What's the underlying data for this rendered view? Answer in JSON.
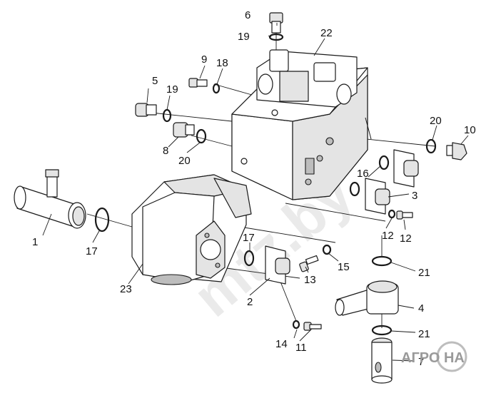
{
  "callouts": {
    "c1": "1",
    "c2": "2",
    "c3": "3",
    "c4": "4",
    "c5": "5",
    "c6": "6",
    "c7": "7",
    "c8": "8",
    "c9": "9",
    "c10": "10",
    "c11": "11",
    "c12a": "12",
    "c12b": "12",
    "c13": "13",
    "c14": "14",
    "c15": "15",
    "c16": "16",
    "c17a": "17",
    "c17b": "17",
    "c18": "18",
    "c19a": "19",
    "c19b": "19",
    "c20a": "20",
    "c20b": "20",
    "c21a": "21",
    "c21b": "21",
    "c22": "22",
    "c23": "23"
  },
  "watermark": {
    "text": "mtz.by",
    "logo": "АГРО НА"
  }
}
